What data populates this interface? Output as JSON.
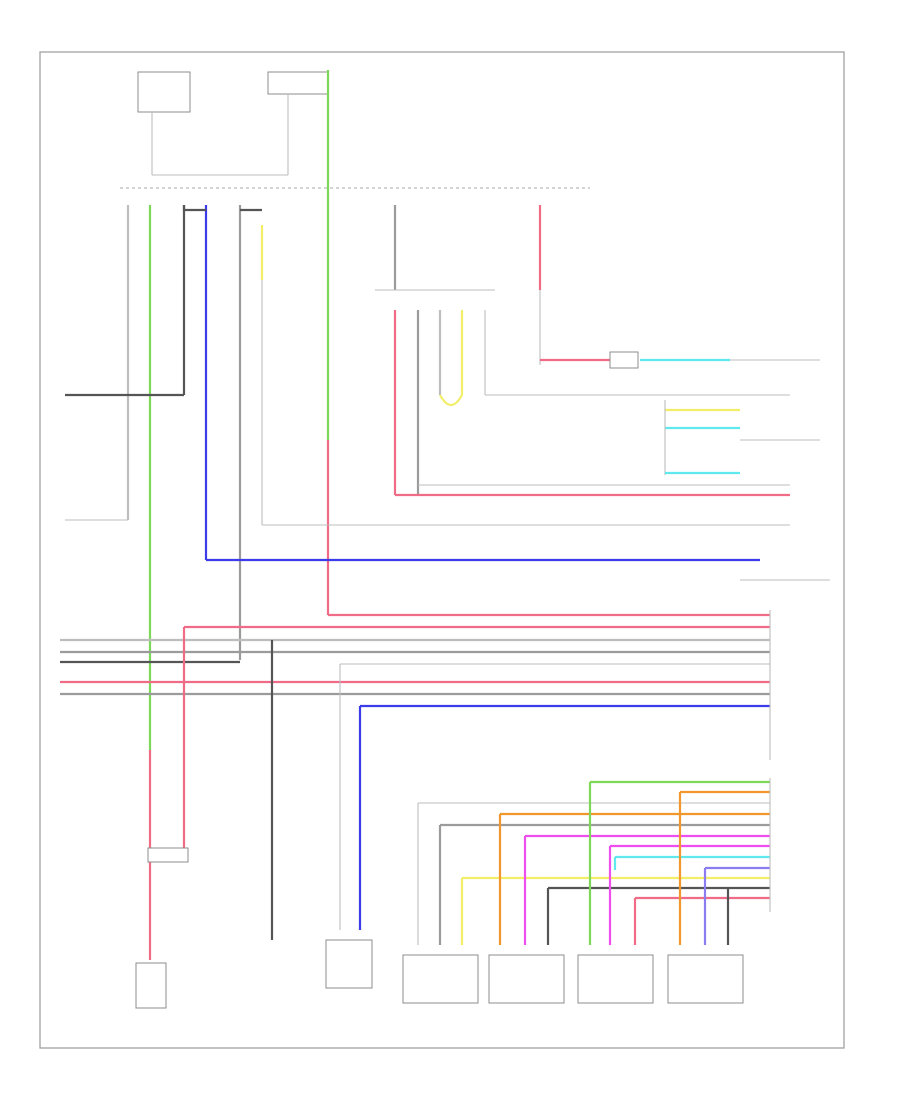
{
  "page_number": "",
  "colors": {
    "green": "#7dd85a",
    "blue": "#3b3bea",
    "red": "#f06b86",
    "gray": "#9b9b9b",
    "light_gray": "#bdbdbd",
    "yellow": "#f2ee6a",
    "cyan": "#5fe8ee",
    "orange": "#f2962e",
    "magenta": "#ee4ef0",
    "violet": "#8b7cf0",
    "lime": "#a8e87a"
  },
  "components": [
    {
      "id": "fuse-top-left",
      "label": ""
    },
    {
      "id": "fuse-top-mid",
      "label": ""
    },
    {
      "id": "relay-b",
      "label": ""
    },
    {
      "id": "combination-switch",
      "label": ""
    },
    {
      "id": "clearance-sonar-ecu",
      "label": ""
    },
    {
      "id": "back-up-light-switch",
      "label": ""
    },
    {
      "id": "back-camera",
      "label": ""
    },
    {
      "id": "stop-light-switch",
      "label": ""
    },
    {
      "id": "shift-lock-sw",
      "label": ""
    },
    {
      "id": "left-rear-sensor",
      "label": ""
    },
    {
      "id": "right-rear-sensor",
      "label": ""
    },
    {
      "id": "left-front-sensor",
      "label": ""
    },
    {
      "id": "right-front-sensor",
      "label": ""
    }
  ]
}
